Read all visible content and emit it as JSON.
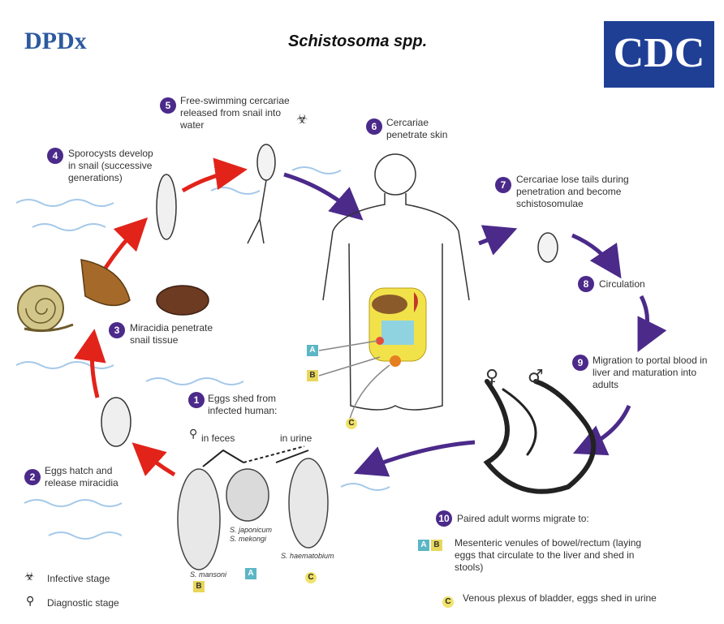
{
  "title": "Schistosoma spp.",
  "logo_left": "DPDx",
  "logo_right": "CDC",
  "steps": [
    {
      "n": "1",
      "text": "Eggs shed from infected human:"
    },
    {
      "n": "2",
      "text": "Eggs hatch and release miracidia"
    },
    {
      "n": "3",
      "text": "Miracidia penetrate snail tissue"
    },
    {
      "n": "4",
      "text": "Sporocysts develop in snail (successive generations)"
    },
    {
      "n": "5",
      "text": "Free-swimming cercariae released from snail into water"
    },
    {
      "n": "6",
      "text": "Cercariae penetrate skin"
    },
    {
      "n": "7",
      "text": "Cercariae lose tails during penetration and become schistosomulae"
    },
    {
      "n": "8",
      "text": "Circulation"
    },
    {
      "n": "9",
      "text": "Migration to portal blood in liver and maturation into adults"
    },
    {
      "n": "10",
      "text": "Paired adult worms migrate to:"
    }
  ],
  "egg_routes": {
    "feces": "in feces",
    "urine": "in urine"
  },
  "species": {
    "mansoni": "S. mansoni",
    "japonicum": "S. japonicum",
    "mekongi": "S. mekongi",
    "haematobium": "S. haematobium"
  },
  "badges": {
    "a": "A",
    "b": "B",
    "c": "C"
  },
  "worm_sex": {
    "female": "♀",
    "male": "♂"
  },
  "destinations": [
    {
      "text": "Mesenteric venules of bowel/rectum (laying eggs that circulate to the liver and shed in stools)"
    },
    {
      "text": "Venous plexus of bladder, eggs shed in urine"
    }
  ],
  "legend": {
    "infective": "Infective stage",
    "diagnostic": "Diagnostic stage"
  },
  "colors": {
    "red_arrow": "#e2231a",
    "purple_arrow": "#4b2a8a",
    "step_circle": "#4b2a8a",
    "badge_a": "#5bb6c5",
    "badge_b": "#e8d65a",
    "cdc_blue": "#1f3f95"
  }
}
